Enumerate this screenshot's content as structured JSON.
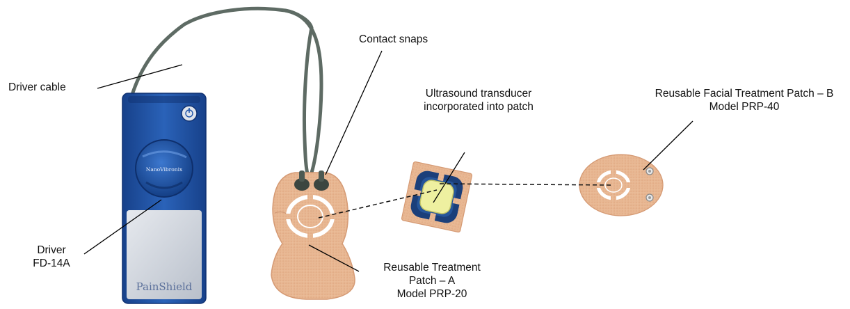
{
  "labels": {
    "driver_cable": "Driver cable",
    "contact_snaps": "Contact snaps",
    "transducer_line1": "Ultrasound transducer",
    "transducer_line2": "incorporated into patch",
    "facial_line1": "Reusable Facial Treatment Patch – B",
    "facial_line2": "Model PRP-40",
    "driver_line1": "Driver",
    "driver_line2": "FD-14A",
    "patch_a_line1": "Reusable Treatment",
    "patch_a_line2": "Patch – A",
    "patch_a_line3": "Model PRP-20"
  },
  "device": {
    "brand_logo": "NanoVibronix",
    "product_logo": "PainShield"
  },
  "colors": {
    "driver_blue": "#1f54a8",
    "driver_panel": "#c9cfd8",
    "patch_skin": "#e8b894",
    "transducer_yellow": "#eef0a0",
    "transducer_frame": "#1b3f7a",
    "cable_green": "#5e6b64"
  }
}
